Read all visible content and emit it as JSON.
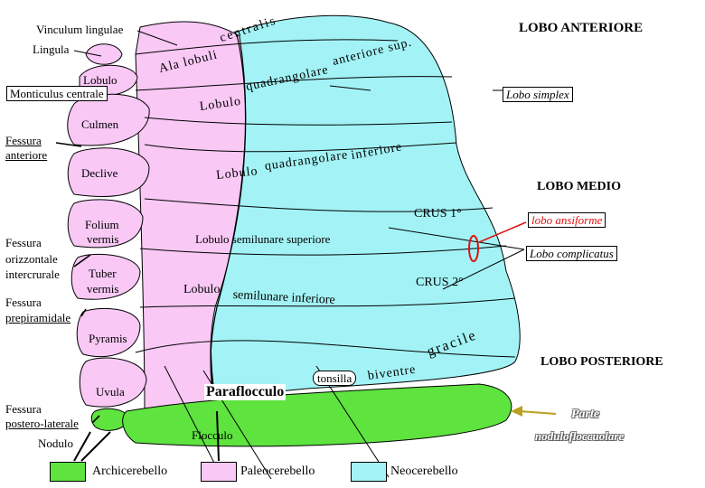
{
  "colors": {
    "neo": "#a3f3f6",
    "paleo": "#f9c8f5",
    "archi": "#5ee33f",
    "red": "#e01010",
    "parte": "#b8a020"
  },
  "headers": {
    "lobo_anteriore": "LOBO ANTERIORE",
    "lobo_medio": "LOBO MEDIO",
    "lobo_posteriore": "LOBO POSTERIORE",
    "parte_line1": "Parte",
    "parte_line2": "nodulofloccuolare"
  },
  "left_labels": {
    "vinculum": "Vinculum lingulae",
    "lingula": "Lingula",
    "lobulo": "Lobulo",
    "monticulus": "Monticulus centrale",
    "culmen": "Culmen",
    "fessura_ant1": "Fessura",
    "fessura_ant2": "anteriore",
    "declive": "Declive",
    "folium1": "Folium",
    "folium2": "vermis",
    "fessura_oriz1": "Fessura",
    "fessura_oriz2": "orizzontale",
    "fessura_oriz3": "intercrurale",
    "tuber1": "Tuber",
    "tuber2": "vermis",
    "fessura_prep1": "Fessura",
    "fessura_prep2": "prepiramidale",
    "pyramis": "Pyramis",
    "uvula": "Uvula",
    "fessura_post1": "Fessura",
    "fessura_post2": "postero-laterale",
    "nodulo": "Nodulo"
  },
  "hemisphere_labels": {
    "ala_lobuli": "Ala lobuli",
    "centralis": "centralis",
    "quadr_ant_lobulo": "Lobulo",
    "quadr_ant_quad": "quadrangolare",
    "quadr_ant_ant": "anteriore sup.",
    "lobo_simplex": "Lobo simplex",
    "quadr_inf_lobulo": "Lobulo",
    "quadr_inf_quad": "quadrangolare",
    "quadr_inf_inf": "inferiore",
    "crus1": "CRUS 1°",
    "lobo_ansiforme": "lobo ansiforme",
    "semilun_sup": "Lobulo  semilunare  superiore",
    "lobo_complicatus": "Lobo complicatus",
    "crus2": "CRUS 2°",
    "semilun_inf_lobulo": "Lobulo",
    "semilun_inf_rest": "semilunare inferiore",
    "gracile": "gracile",
    "tonsilla": "tonsilla",
    "biventre": "biventre",
    "paraflocculo": "Paraflocculo",
    "flocculo": "Flocculo"
  },
  "legend": {
    "archi": "Archicerebello",
    "paleo": "Paleocerebello",
    "neo": "Neocerebello"
  }
}
